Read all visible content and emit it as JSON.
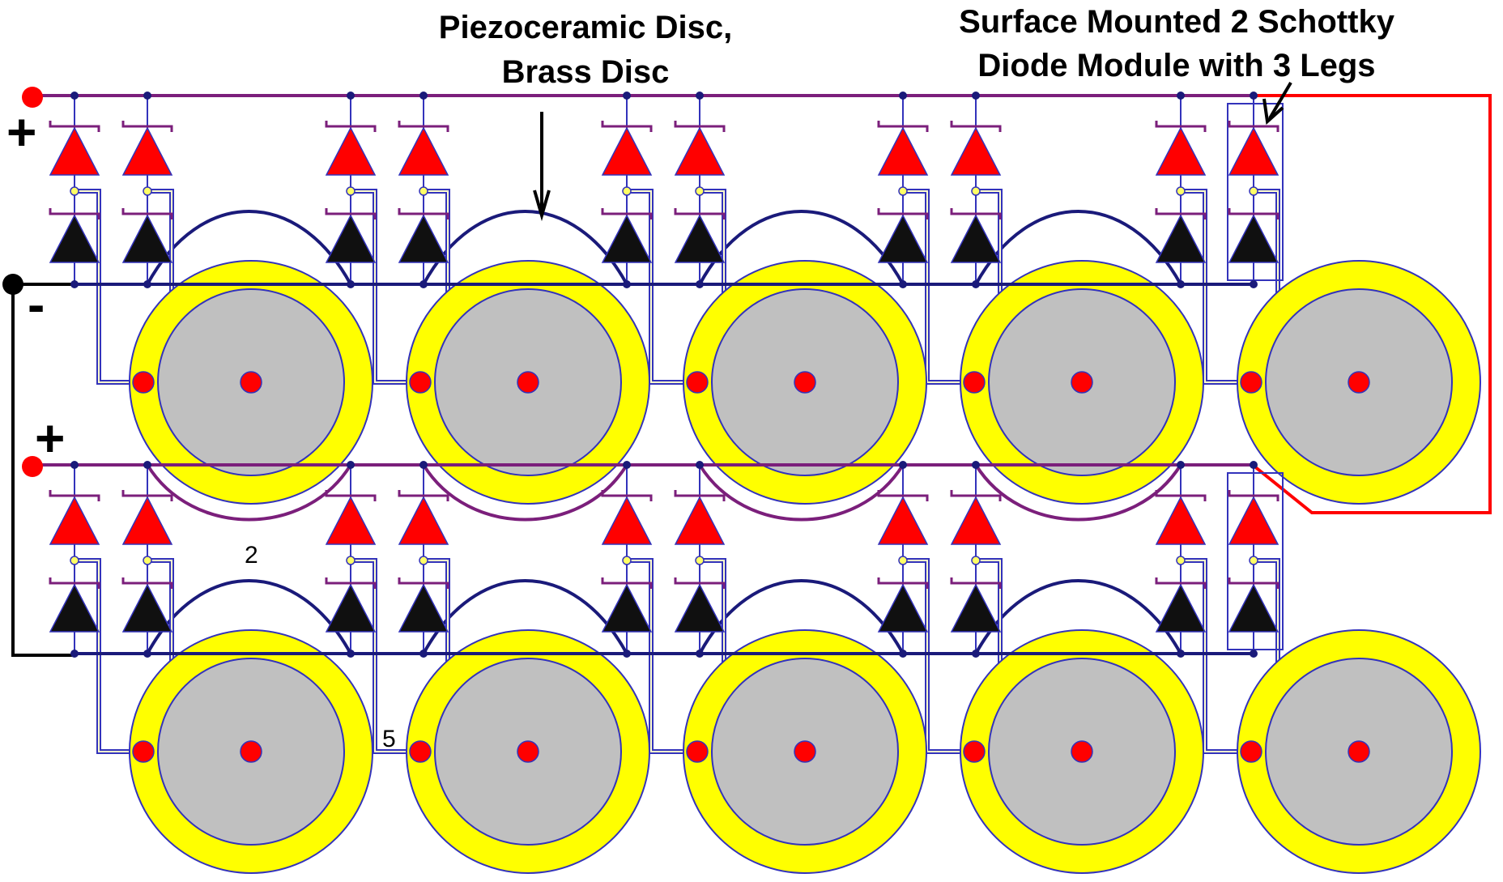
{
  "annotations": {
    "disc_label_line1": "Piezoceramic Disc,",
    "disc_label_line2": "Brass Disc",
    "module_label_line1": "Surface Mounted 2 Schottky",
    "module_label_line2": "Diode  Module  with 3 Legs"
  },
  "terminals": {
    "top_plus": "+",
    "top_minus": "-",
    "bottom_plus": "+"
  },
  "markers": {
    "marker_2": "2",
    "marker_5": "5"
  },
  "colors": {
    "piezo_ring": "#ffff00",
    "brass_disc": "#c0c0c0",
    "outline": "#3333bb",
    "positive_rail": "#7b1f7b",
    "negative_rail": "#1a1a7a",
    "diode_upper": "#ff0000",
    "diode_lower": "#101010",
    "output_wire": "#ff0000",
    "return_wire": "#000000",
    "pad": "#ff0000"
  },
  "structure": {
    "rows": 2,
    "discs_per_row": 5,
    "diode_modules_per_row": 10,
    "diodes_per_module": 2
  }
}
